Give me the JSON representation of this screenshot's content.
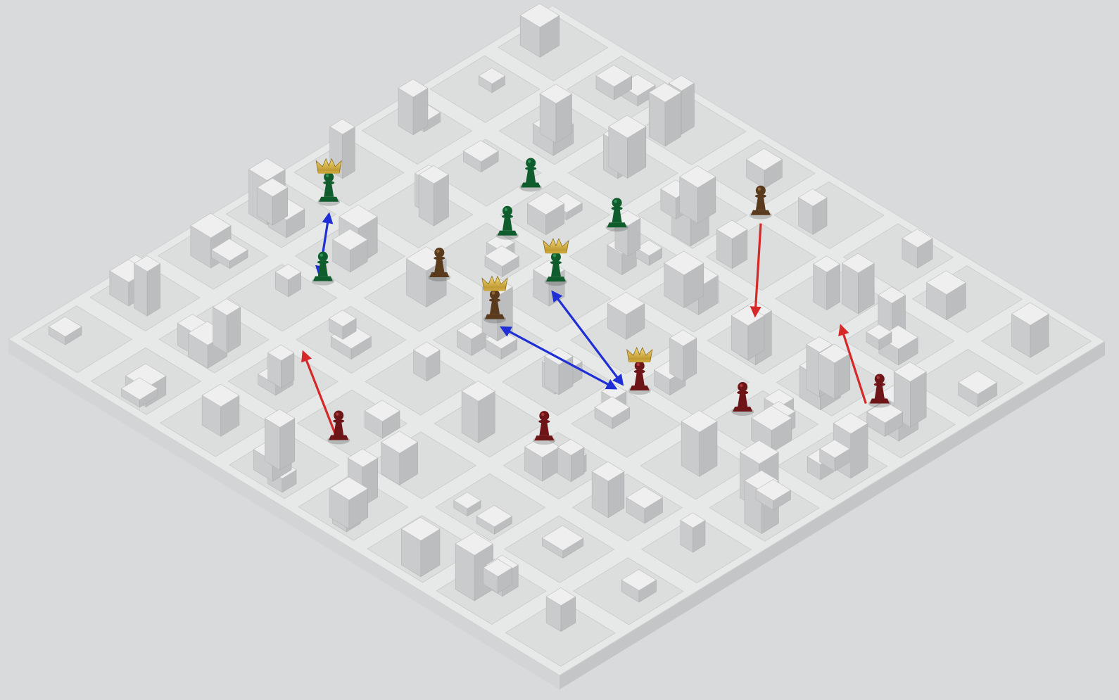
{
  "colors": {
    "background": "#d9dadb",
    "board_top": "#e7e8e8",
    "board_side_front": "#d3d4d5",
    "board_side_right": "#c4c5c6",
    "building": "#d4d5d6",
    "building_light": "#efefef",
    "road": "#f2f2f2",
    "crown": "#d8b84a",
    "arrow_red": "#d62828",
    "arrow_blue": "#1f2fd6"
  },
  "board": {
    "rows": 8,
    "cols": 8
  },
  "factions": [
    {
      "id": "green",
      "color": "#0f5c2c",
      "highlight": "#3fae6a"
    },
    {
      "id": "brown",
      "color": "#5a3a1c",
      "highlight": "#a77a45"
    },
    {
      "id": "red",
      "color": "#6e1517",
      "highlight": "#c2474a"
    }
  ],
  "pieces": [
    {
      "faction": "brown",
      "kind": "pawn",
      "row": 1.0,
      "col": 4.0,
      "crowned": false
    },
    {
      "faction": "green",
      "kind": "pawn",
      "row": 2.2,
      "col": 3.1,
      "crowned": false
    },
    {
      "faction": "green",
      "kind": "pawn",
      "row": 2.35,
      "col": 2.0,
      "crowned": false
    },
    {
      "faction": "green",
      "kind": "king",
      "row": 3.3,
      "col": 3.3,
      "crowned": true
    },
    {
      "faction": "green",
      "kind": "pawn",
      "row": 3.1,
      "col": 2.4,
      "crowned": false
    },
    {
      "faction": "green",
      "kind": "king",
      "row": 4.0,
      "col": 0.7,
      "crowned": true
    },
    {
      "faction": "green",
      "kind": "pawn",
      "row": 5.0,
      "col": 1.6,
      "crowned": false
    },
    {
      "faction": "brown",
      "kind": "pawn",
      "row": 4.1,
      "col": 2.4,
      "crowned": false
    },
    {
      "faction": "brown",
      "kind": "king",
      "row": 4.2,
      "col": 3.3,
      "crowned": true
    },
    {
      "faction": "red",
      "kind": "king",
      "row": 4.0,
      "col": 5.2,
      "crowned": true
    },
    {
      "faction": "red",
      "kind": "pawn",
      "row": 2.4,
      "col": 7.1,
      "crowned": false
    },
    {
      "faction": "red",
      "kind": "pawn",
      "row": 3.5,
      "col": 6.2,
      "crowned": false
    },
    {
      "faction": "red",
      "kind": "pawn",
      "row": 5.3,
      "col": 5.1,
      "crowned": false
    },
    {
      "faction": "red",
      "kind": "pawn",
      "row": 6.8,
      "col": 3.6,
      "crowned": false
    }
  ],
  "moves": [
    {
      "type": "move",
      "color": "red",
      "from": [
        1.1,
        4.1
      ],
      "to": [
        2.25,
        5.15
      ]
    },
    {
      "type": "move",
      "color": "red",
      "from": [
        2.5,
        7.0
      ],
      "to": [
        1.75,
        5.9
      ]
    },
    {
      "type": "move",
      "color": "red",
      "from": [
        6.75,
        3.5
      ],
      "to": [
        6.0,
        2.3
      ]
    },
    {
      "type": "swap",
      "color": "blue",
      "from": [
        3.45,
        3.4
      ],
      "to": [
        4.05,
        5.0
      ]
    },
    {
      "type": "swap",
      "color": "blue",
      "from": [
        4.25,
        3.45
      ],
      "to": [
        4.15,
        5.0
      ]
    },
    {
      "type": "swap",
      "color": "blue",
      "from": [
        4.15,
        0.85
      ],
      "to": [
        4.95,
        1.5
      ]
    }
  ]
}
